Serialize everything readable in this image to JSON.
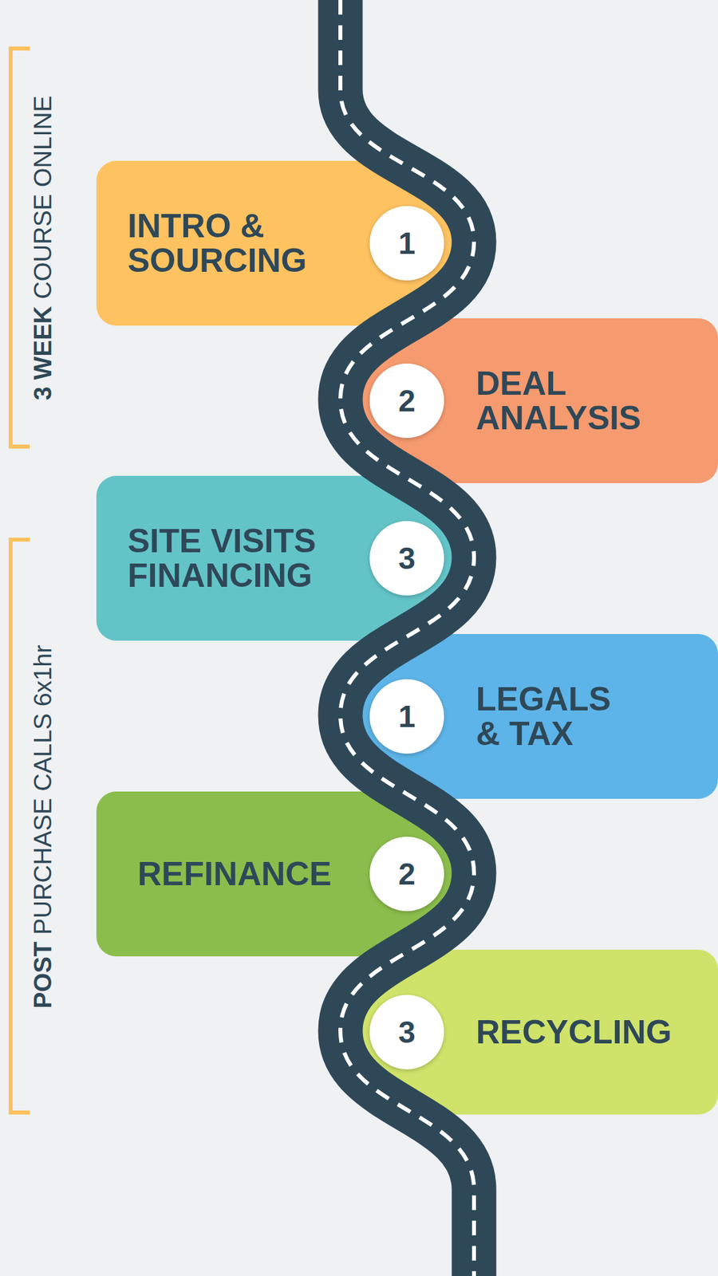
{
  "diagram": {
    "nodes": [
      {
        "text": [
          "INTRO & SOURCING"
        ]
      },
      {
        "text": [
          "1"
        ],
        "in": 0
      },
      {
        "text": [
          "DEAL ANALYSIS"
        ]
      },
      {
        "text": [
          "2"
        ],
        "in": 2
      },
      {
        "text": [
          "SITE VISITS FINANCING"
        ]
      },
      {
        "text": [
          "3"
        ],
        "in": 4
      },
      {
        "text": [
          "LEGALS & TAX"
        ]
      },
      {
        "text": [
          "1"
        ],
        "in": 6
      },
      {
        "text": [
          "REFINANCE"
        ]
      },
      {
        "text": [
          "2"
        ],
        "in": 8
      },
      {
        "text": [
          "RECYCLING"
        ]
      },
      {
        "text": [
          "3"
        ],
        "in": 10
      }
    ],
    "labels": [
      "3 WEEK",
      "COURSE ONLINE",
      "POST",
      "PURCHASE CALLS 6x1hr"
    ]
  }
}
